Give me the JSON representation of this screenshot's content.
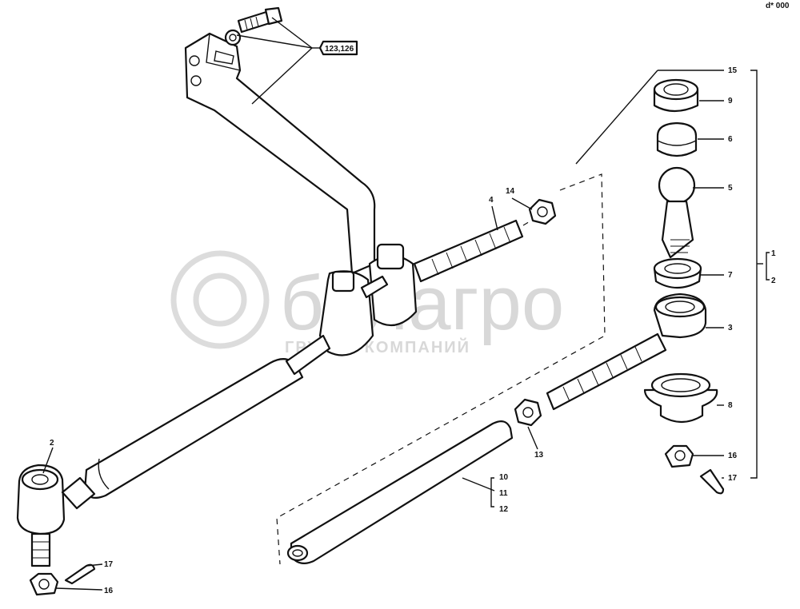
{
  "watermark": {
    "brand": "белагро",
    "subtitle": "ГРУППА КОМПАНИЙ"
  },
  "corner_mark": "d* 000",
  "callouts": {
    "c1": "1",
    "c2": "2",
    "c2b": "2",
    "c3": "3",
    "c4": "4",
    "c5": "5",
    "c6": "6",
    "c7": "7",
    "c8": "8",
    "c9": "9",
    "c10": "10",
    "c11": "11",
    "c12": "12",
    "c13": "13",
    "c14": "14",
    "c15": "15",
    "c16a": "16",
    "c16b": "16",
    "c17a": "17",
    "c17b": "17",
    "bolt_ref": "123,126"
  }
}
